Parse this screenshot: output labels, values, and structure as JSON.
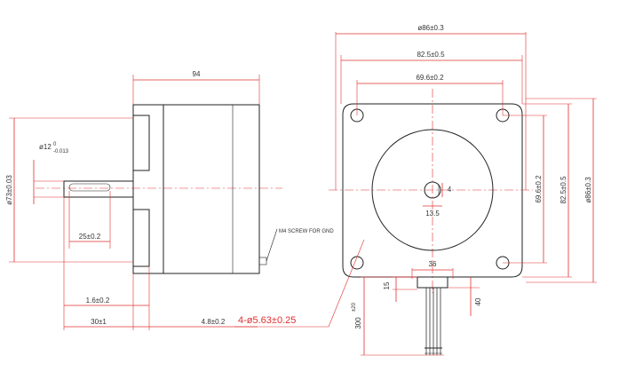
{
  "side_view": {
    "body_length": "94",
    "flange_diameter": "ø73±0.03",
    "shaft_diameter": "ø12",
    "shaft_tol_upper": "0",
    "shaft_tol_lower": "-0.013",
    "key_length": "25±0.2",
    "flange_thickness": "1.6±0.2",
    "shaft_length": "30±1",
    "pilot_height": "4.8±0.2",
    "screw_note": "M4 SCREW FOR GND"
  },
  "front_view": {
    "overall_width": "ø86±0.3",
    "width_82": "82.5±0.5",
    "hole_spacing_h": "69.6±0.2",
    "hole_spacing_v": "69.6±0.2",
    "height_82": "82.5±0.5",
    "overall_height": "ø86±0.3",
    "flat_depth": "4",
    "shaft_dim": "13.5",
    "mount_holes": "4-ø5.63±0.25",
    "exit_width": "36",
    "exit_height": "15",
    "exit_offset": "40",
    "lead_length": "300",
    "lead_tol": "±20"
  },
  "colors": {
    "dimension_line": "#e03030",
    "outline": "#222222"
  }
}
